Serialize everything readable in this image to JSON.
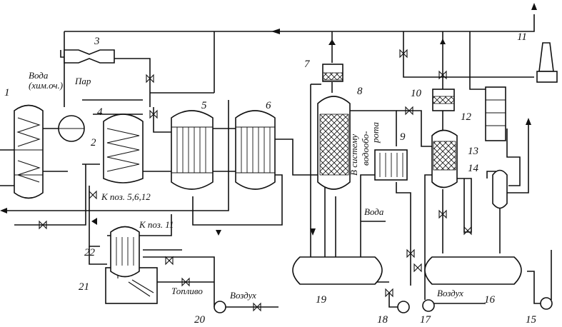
{
  "numbers": [
    "1",
    "2",
    "3",
    "4",
    "5",
    "6",
    "7",
    "8",
    "9",
    "10",
    "11",
    "12",
    "13",
    "14",
    "15",
    "16",
    "17",
    "18",
    "19",
    "20",
    "21",
    "22"
  ],
  "texts": {
    "voda_top": "Вода",
    "him_och": "(хим.оч.)",
    "par": "Пар",
    "k_poz_5612": "К поз. 5,6,12",
    "k_poz_11": "К поз. 11",
    "toplivo": "Топливо",
    "vozduh_left": "Воздух",
    "vozduh_right": "Воздух",
    "voda_mid": "Вода",
    "v_sistemu": "В систему",
    "vodoobo": "водообо-",
    "rota": "рота"
  }
}
